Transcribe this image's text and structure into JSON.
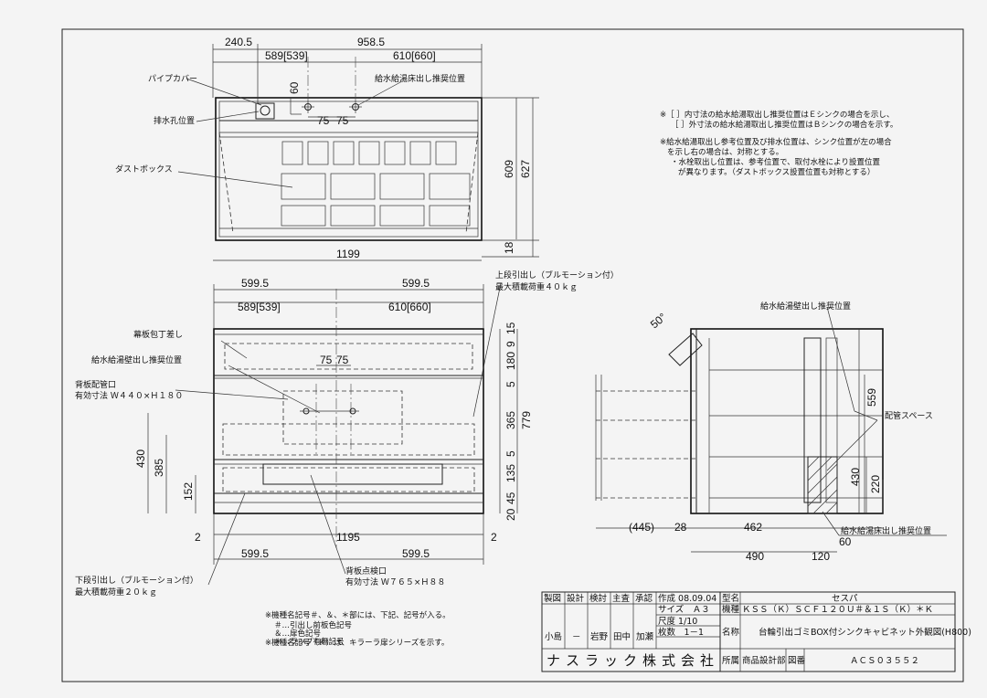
{
  "top_view": {
    "dims": {
      "d240": "240.5",
      "d958": "958.5",
      "d589": "589[539]",
      "d610": "610[660]",
      "d60": "60",
      "d75a": "75",
      "d75b": "75",
      "d609": "609",
      "d627": "627",
      "d1199": "1199",
      "d18": "18"
    },
    "labels": {
      "pipe_cover": "パイプカバー",
      "supply_floor": "給水給湯床出し推奨位置",
      "drain": "排水孔位置",
      "dust_box": "ダストボックス"
    }
  },
  "front_view": {
    "dims": {
      "d599a": "599.5",
      "d599b": "599.5",
      "d589": "589[539]",
      "d610": "610[660]",
      "d75a": "75",
      "d75b": "75",
      "d15": "15",
      "d180": "180",
      "d9": "9",
      "d5a": "5",
      "d365": "365",
      "d779": "779",
      "d5b": "5",
      "d135": "135",
      "d45": "45",
      "d20": "20",
      "d430": "430",
      "d385": "385",
      "d152": "152",
      "d2a": "2",
      "d1195": "1195",
      "d2b": "2",
      "d599c": "599.5",
      "d599d": "599.5"
    },
    "labels": {
      "upper_drawer": "上段引出し（ブルモーション付）",
      "upper_load": "最大積載荷重４０ｋｇ",
      "knife": "幕板包丁差し",
      "supply_wall": "給水給湯壁出し推奨位置",
      "back_pipe": "背板配管口",
      "back_pipe_size": "有効寸法 Ｗ４４０×Ｈ１８０",
      "lower_drawer": "下段引出し（ブルモーション付）",
      "lower_load": "最大積載荷重２０ｋｇ",
      "inspection": "背板点検口",
      "inspection_size": "有効寸法 Ｗ７６５×Ｈ８８"
    }
  },
  "side_view": {
    "dims": {
      "d50": "50°",
      "d559": "559",
      "d430": "430",
      "d220": "220",
      "d445": "(445)",
      "d28": "28",
      "d462": "462",
      "d490": "490",
      "d120": "120",
      "d60": "60"
    },
    "labels": {
      "supply_wall": "給水給湯壁出し推奨位置",
      "pipe_space": "配管スペース",
      "supply_floor": "給水給湯床出し推奨位置"
    }
  },
  "notes": {
    "n1": "※［ ］内寸法の給水給湯取出し推奨位置はＥシンクの場合を示し、",
    "n2": "［ ］外寸法の給水給湯取出し推奨位置はＢシンクの場合を示す。",
    "n3": "※給水給湯取出し参考位置及び排水位置は、シンク位置が左の場合",
    "n4": "を示し右の場合は、対称とする。",
    "n5": "・水栓取出し位置は、参考位置で、取付水栓により設置位置",
    "n6": "が異なります。（ダストボックス設置位置も対称とする）",
    "b1": "※機種名記号＃、＆、＊部には、下記、記号が入る。",
    "b2": "＃…引出し前板色記号",
    "b3": "＆…扉色記号",
    "b4": "＊…ラップ有無記号",
    "b5": "※機種名記号（Ｋ）は、キラーラ扉シリーズを示す。"
  },
  "title_block": {
    "h_seizu": "製図",
    "h_sekkei": "設計",
    "h_kento": "検討",
    "h_shusa": "主査",
    "h_shonin": "承認",
    "v_seizu": "小島",
    "v_sekkei": "－",
    "v_kento": "岩野",
    "v_shusa": "田中",
    "v_shonin": "加瀬",
    "sakusei": "作成 08.09.04",
    "size": "サイズ　Ａ３",
    "scale": "尺度 1/10",
    "sheets": "枚数　1－1",
    "katamei_h": "型名",
    "katamei": "セスパ",
    "kishu_h": "機種",
    "kishu": "ＫＳＳ（Ｋ）ＳＣＦ１２０Ｕ＃＆１Ｓ（Ｋ）＊Ｋ",
    "meisho_h": "名称",
    "meisho": "台輪引出ゴミBOX付シンクキャビネット外観図(H800)",
    "company": "ナスラック株式会社",
    "shozoku_h": "所属",
    "shozoku": "商品設計部",
    "zuban_h": "図番",
    "zuban": "ＡＣＳ０３５５２"
  }
}
